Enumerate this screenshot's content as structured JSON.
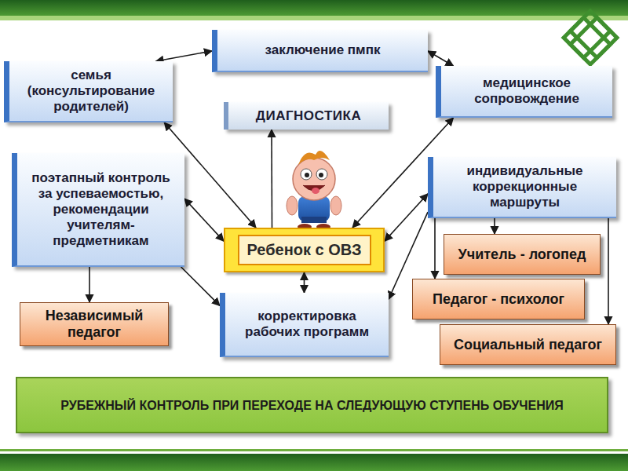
{
  "diagram": {
    "nodes": [
      {
        "text": [
          "заключение пмпк"
        ]
      },
      {
        "text": [
          "семья (консультирование родителей)"
        ]
      },
      {
        "text": [
          "медицинское сопровождение"
        ]
      },
      {
        "text": [
          "ДИАГНОСТИКА"
        ]
      },
      {
        "text": [
          "поэтапный контроль за успеваемостью, рекомендации учителям-предметникам"
        ]
      },
      {
        "text": [
          "индивидуальные коррекционные маршруты"
        ]
      },
      {
        "text": [
          "Ребенок с ОВЗ"
        ]
      },
      {
        "text": [
          "Учитель - логопед"
        ]
      },
      {
        "text": [
          "Независимый педагог"
        ]
      },
      {
        "text": [
          "корректировка рабочих программ"
        ]
      },
      {
        "text": [
          "Педагог - психолог"
        ]
      },
      {
        "text": [
          "Социальный педагог"
        ]
      },
      {
        "text": [
          "РУБЕЖНЫЙ КОНТРОЛЬ ПРИ ПЕРЕХОДЕ НА СЛЕДУЮЩУЮ СТУПЕНЬ ОБУЧЕНИЯ"
        ]
      }
    ],
    "edges": [
      {
        "from": 0,
        "to": 1,
        "arrow": "both"
      },
      {
        "from": 0,
        "to": 2,
        "arrow": "both"
      },
      {
        "from": 6,
        "to": 1,
        "arrow": "both"
      },
      {
        "from": 6,
        "to": 2,
        "arrow": "both"
      },
      {
        "from": 6,
        "to": 4,
        "arrow": "both"
      },
      {
        "from": 6,
        "to": 5,
        "arrow": "both"
      },
      {
        "from": 6,
        "to": 3,
        "arrow": "to"
      },
      {
        "from": 6,
        "to": 9,
        "arrow": "both"
      },
      {
        "from": 4,
        "to": 9,
        "arrow": "to"
      },
      {
        "from": 5,
        "to": 9,
        "arrow": "to"
      },
      {
        "from": 5,
        "to": 7,
        "arrow": "to"
      },
      {
        "from": 5,
        "to": 10,
        "arrow": "to"
      },
      {
        "from": 5,
        "to": 11,
        "arrow": "to"
      },
      {
        "from": 4,
        "to": 8,
        "arrow": "to"
      }
    ]
  }
}
